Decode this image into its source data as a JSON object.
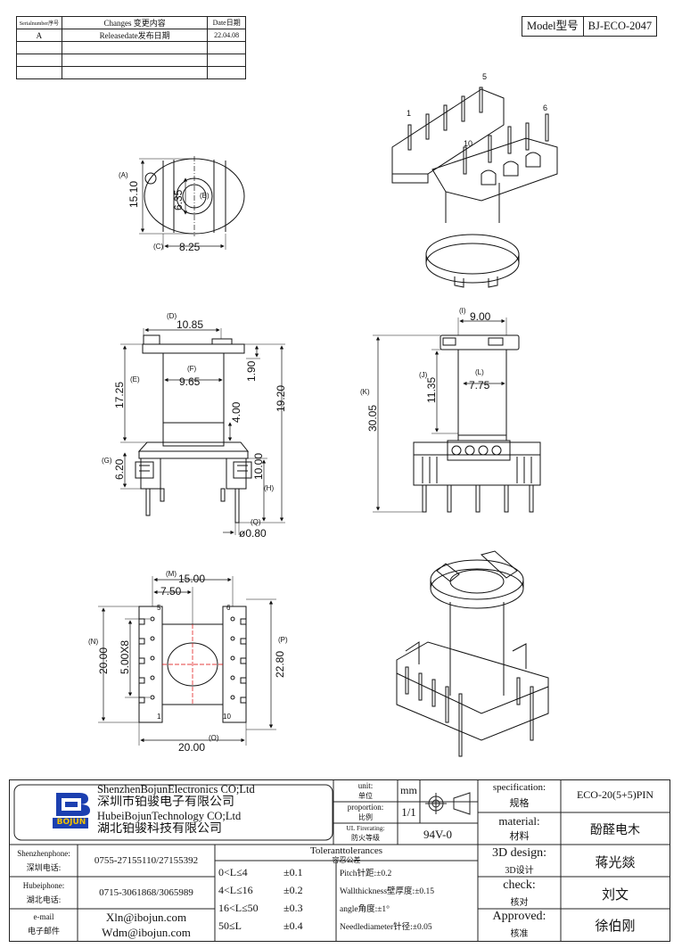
{
  "changes_table": {
    "headers": [
      "Serialnumber序号",
      "Changes 变更内容",
      "Date日期"
    ],
    "rows": [
      [
        "A",
        "Releasedate发布日期",
        "22.04.08"
      ],
      [
        "",
        "",
        ""
      ],
      [
        "",
        "",
        ""
      ],
      [
        "",
        "",
        ""
      ]
    ]
  },
  "model": {
    "label": "Model型号",
    "value": "BJ-ECO-2047"
  },
  "dims": {
    "top": {
      "A_label": "(A)",
      "A": "15.10",
      "B_label": "(B)",
      "B": "6.35",
      "C_label": "(C)",
      "C": "8.25"
    },
    "front": {
      "D_label": "(D)",
      "D": "10.85",
      "E_label": "(E)",
      "E": "17.25",
      "F_label": "(F)",
      "F": "9.65",
      "v190": "1.90",
      "v1920": "19.20",
      "v400": "4.00",
      "G_label": "(G)",
      "G": "6.20",
      "v1000": "10.00",
      "H_label": "(H)",
      "Q_label": "(Q)",
      "Q": "ø0.80"
    },
    "side": {
      "I_label": "(I)",
      "I": "9.00",
      "J_label": "(J)",
      "J": "11.35",
      "L_label": "(L)",
      "L": "7.75",
      "K_label": "(K)",
      "K": "30.05"
    },
    "bottom": {
      "M_label": "(M)",
      "M": "15.00",
      "v750": "7.50",
      "N_label": "(N)",
      "N": "20.00",
      "v500x8": "5.00X8",
      "P_label": "(P)",
      "P": "22.80",
      "O_label": "(O)",
      "O": "20.00",
      "pin1": "1",
      "pin5": "5",
      "pin6": "6",
      "pin10": "10"
    },
    "iso": {
      "pin1": "1",
      "pin5": "5",
      "pin6": "6",
      "pin10": "10"
    }
  },
  "title_block": {
    "company_en_1": "ShenzhenBojunElectronics CO;Ltd",
    "company_cn_1": "深圳市铂骏电子有限公司",
    "company_en_2": "HubeiBojunTechnology CO;Ltd",
    "company_cn_2": "湖北铂骏科技有限公司",
    "logo_text": "BOJUN",
    "unit_en": "unit:",
    "unit_cn": "单位",
    "unit_value": "mm",
    "proportion_en": "proportion:",
    "proportion_cn": "比例",
    "proportion_value": "1/1",
    "ul_en": "UL Firerating:",
    "ul_cn": "防火等级",
    "ul_value": "94V-0",
    "spec_en": "specification:",
    "spec_cn": "规格",
    "spec_value": "ECO-20(5+5)PIN",
    "material_en": "material:",
    "material_cn": "材料",
    "material_value": "酚醛电木",
    "design_en": "3D design:",
    "design_cn": "3D设计",
    "design_value": "蒋光燚",
    "check_en": "check:",
    "check_cn": "核对",
    "check_value": "刘文",
    "approved_en": "Approved:",
    "approved_cn": "核准",
    "approved_value": "徐伯刚",
    "sz_phone_en": "Shenzhenphone:",
    "sz_phone_cn": "深圳电话:",
    "sz_phone": "0755-27155110/27155392",
    "hb_phone_en": "Hubeiphone:",
    "hb_phone_cn": "湖北电话:",
    "hb_phone": "0715-3061868/3065989",
    "email_en": "e-mail",
    "email_cn": "电子邮件",
    "email_1": "Xln@ibojun.com",
    "email_2": "Wdm@ibojun.com",
    "tol_title_en": "Toleranttolerances",
    "tol_title_cn": "容忍公差",
    "tol_rows": [
      {
        "range": "0<L≤4",
        "tol": "±0.1"
      },
      {
        "range": "4<L≤16",
        "tol": "±0.2"
      },
      {
        "range": "16<L≤50",
        "tol": "±0.3"
      },
      {
        "range": "50≤L",
        "tol": "±0.4"
      }
    ],
    "notes": [
      "Pitch针距:±0.2",
      "Wallthickness壁厚度:±0.15",
      "angle角度:±1°",
      "Needlediameter针径:±0.05"
    ]
  }
}
